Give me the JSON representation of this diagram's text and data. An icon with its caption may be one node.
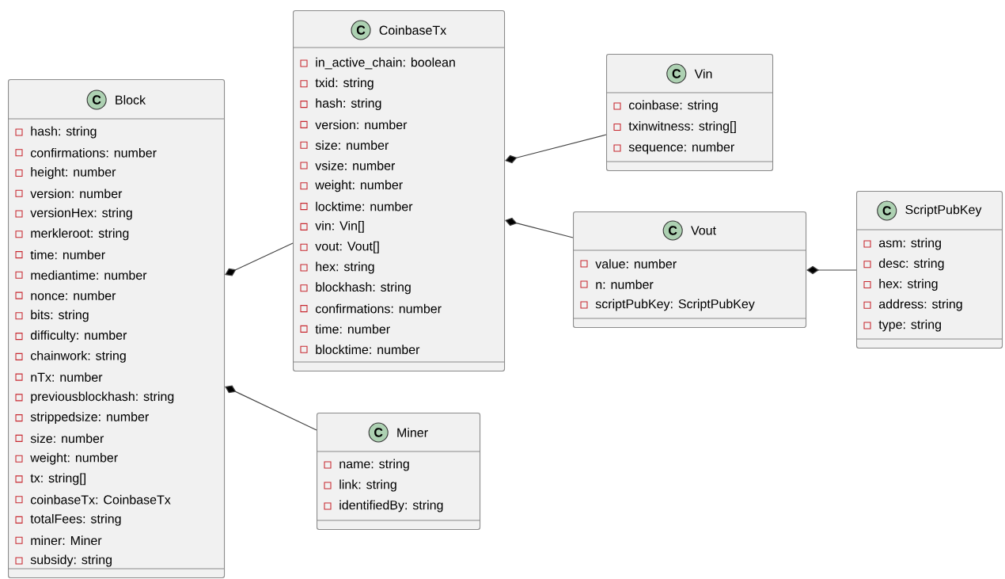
{
  "diagram": {
    "nodes": [
      {
        "text": [
          "C",
          "Block",
          "hash: string",
          "confirmations: number",
          "height: number",
          "version: number",
          "versionHex: string",
          "merkleroot: string",
          "time: number",
          "mediantime: number",
          "nonce: number",
          "bits: string",
          "difficulty: number",
          "chainwork: string",
          "nTx: number",
          "previousblockhash: string",
          "strippedsize: number",
          "size: number",
          "weight: number",
          "tx: string[]",
          "coinbaseTx: CoinbaseTx",
          "totalFees: string",
          "miner: Miner",
          "subsidy: string"
        ]
      },
      {
        "text": [
          "C",
          "CoinbaseTx",
          "in_active_chain: boolean",
          "txid: string",
          "hash: string",
          "version: number",
          "size: number",
          "vsize: number",
          "weight: number",
          "locktime: number",
          "vin: Vin[]",
          "vout: Vout[]",
          "hex: string",
          "blockhash: string",
          "confirmations: number",
          "time: number",
          "blocktime: number"
        ]
      },
      {
        "text": [
          "C",
          "Vin",
          "coinbase: string",
          "txinwitness: string[]",
          "sequence: number"
        ]
      },
      {
        "text": [
          "C",
          "Vout",
          "value: number",
          "n: number",
          "scriptPubKey: ScriptPubKey"
        ]
      },
      {
        "text": [
          "C",
          "ScriptPubKey",
          "asm: string",
          "desc: string",
          "hex: string",
          "address: string",
          "type: string"
        ]
      },
      {
        "text": [
          "C",
          "Miner",
          "name: string",
          "link: string",
          "identifiedBy: string"
        ]
      }
    ],
    "edges": [
      {
        "from": 0,
        "to": 1,
        "arrow": "other"
      },
      {
        "from": 0,
        "to": 5,
        "arrow": "other"
      },
      {
        "from": 1,
        "to": 2,
        "arrow": "other"
      },
      {
        "from": 1,
        "to": 3,
        "arrow": "other"
      },
      {
        "from": 3,
        "to": 4,
        "arrow": "other"
      }
    ]
  }
}
